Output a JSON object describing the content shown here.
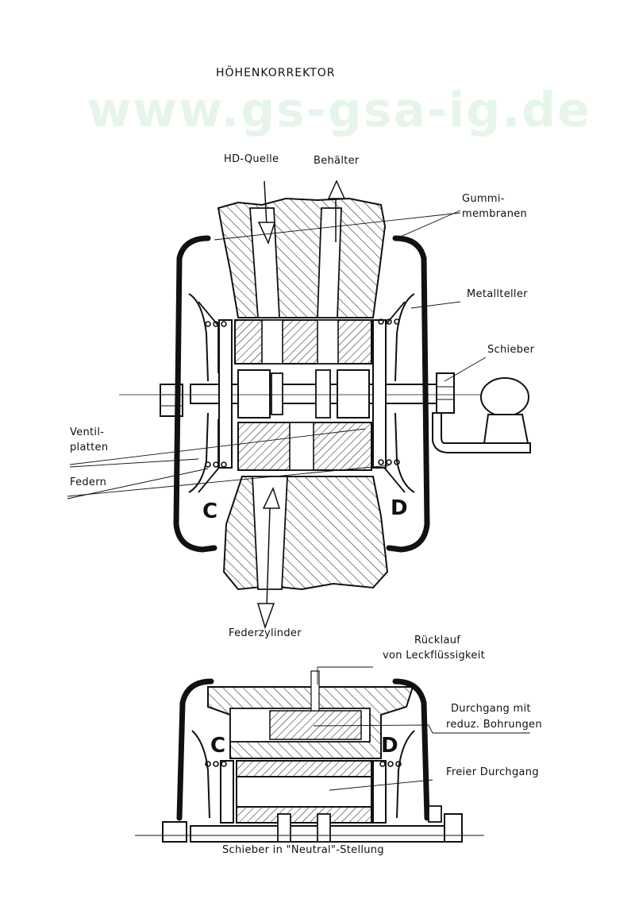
{
  "title": "HÖHENKORREKTOR",
  "watermark": "www.gs-gsa-ig.de",
  "top_diagram": {
    "labels": {
      "hd_quelle": "HD-Quelle",
      "behaelter": "Behälter",
      "gummi_1": "Gummi-",
      "gummi_2": "membranen",
      "metallteller": "Metallteller",
      "schieber": "Schieber",
      "ventil_1": "Ventil-",
      "ventil_2": "platten",
      "federn": "Federn",
      "federzylinder": "Federzylinder",
      "chamber_c": "C",
      "chamber_d": "D"
    }
  },
  "bottom_diagram": {
    "labels": {
      "ruecklauf_1": "Rücklauf",
      "ruecklauf_2": "von Leckflüssigkeit",
      "durchgang_1": "Durchgang mit",
      "durchgang_2": "reduz. Bohrungen",
      "freier": "Freier Durchgang",
      "chamber_c": "C",
      "chamber_d": "D",
      "caption": "Schieber in \"Neutral\"-Stellung"
    }
  }
}
